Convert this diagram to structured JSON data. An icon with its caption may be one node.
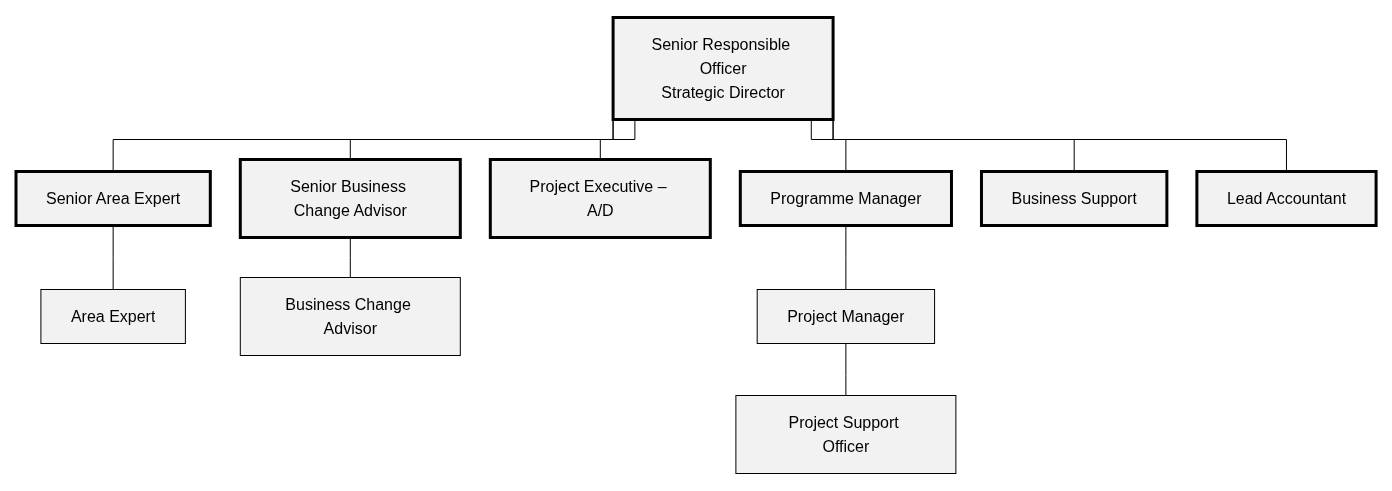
{
  "diagram": {
    "nodes": [
      {
        "text": [
          "Senior Responsible Officer",
          "Strategic Director"
        ]
      },
      {
        "text": [
          "Senior Area Expert"
        ]
      },
      {
        "text": [
          "Senior Business Change Advisor"
        ]
      },
      {
        "text": [
          "Project Executive – A/D"
        ]
      },
      {
        "text": [
          "Programme Manager"
        ]
      },
      {
        "text": [
          "Business Support"
        ]
      },
      {
        "text": [
          "Lead Accountant"
        ]
      },
      {
        "text": [
          "Area Expert"
        ]
      },
      {
        "text": [
          "Business Change Advisor"
        ]
      },
      {
        "text": [
          "Project Manager"
        ]
      },
      {
        "text": [
          "Project Support Officer"
        ]
      }
    ],
    "edges": [
      {
        "from": 0,
        "to": 1,
        "arrow": "none"
      },
      {
        "from": 0,
        "to": 2,
        "arrow": "none"
      },
      {
        "from": 0,
        "to": 3,
        "arrow": "none"
      },
      {
        "from": 0,
        "to": 4,
        "arrow": "none"
      },
      {
        "from": 0,
        "to": 5,
        "arrow": "none"
      },
      {
        "from": 0,
        "to": 6,
        "arrow": "none"
      },
      {
        "from": 1,
        "to": 7,
        "arrow": "none"
      },
      {
        "from": 2,
        "to": 8,
        "arrow": "none"
      },
      {
        "from": 4,
        "to": 9,
        "arrow": "none"
      },
      {
        "from": 9,
        "to": 10,
        "arrow": "none"
      }
    ]
  }
}
